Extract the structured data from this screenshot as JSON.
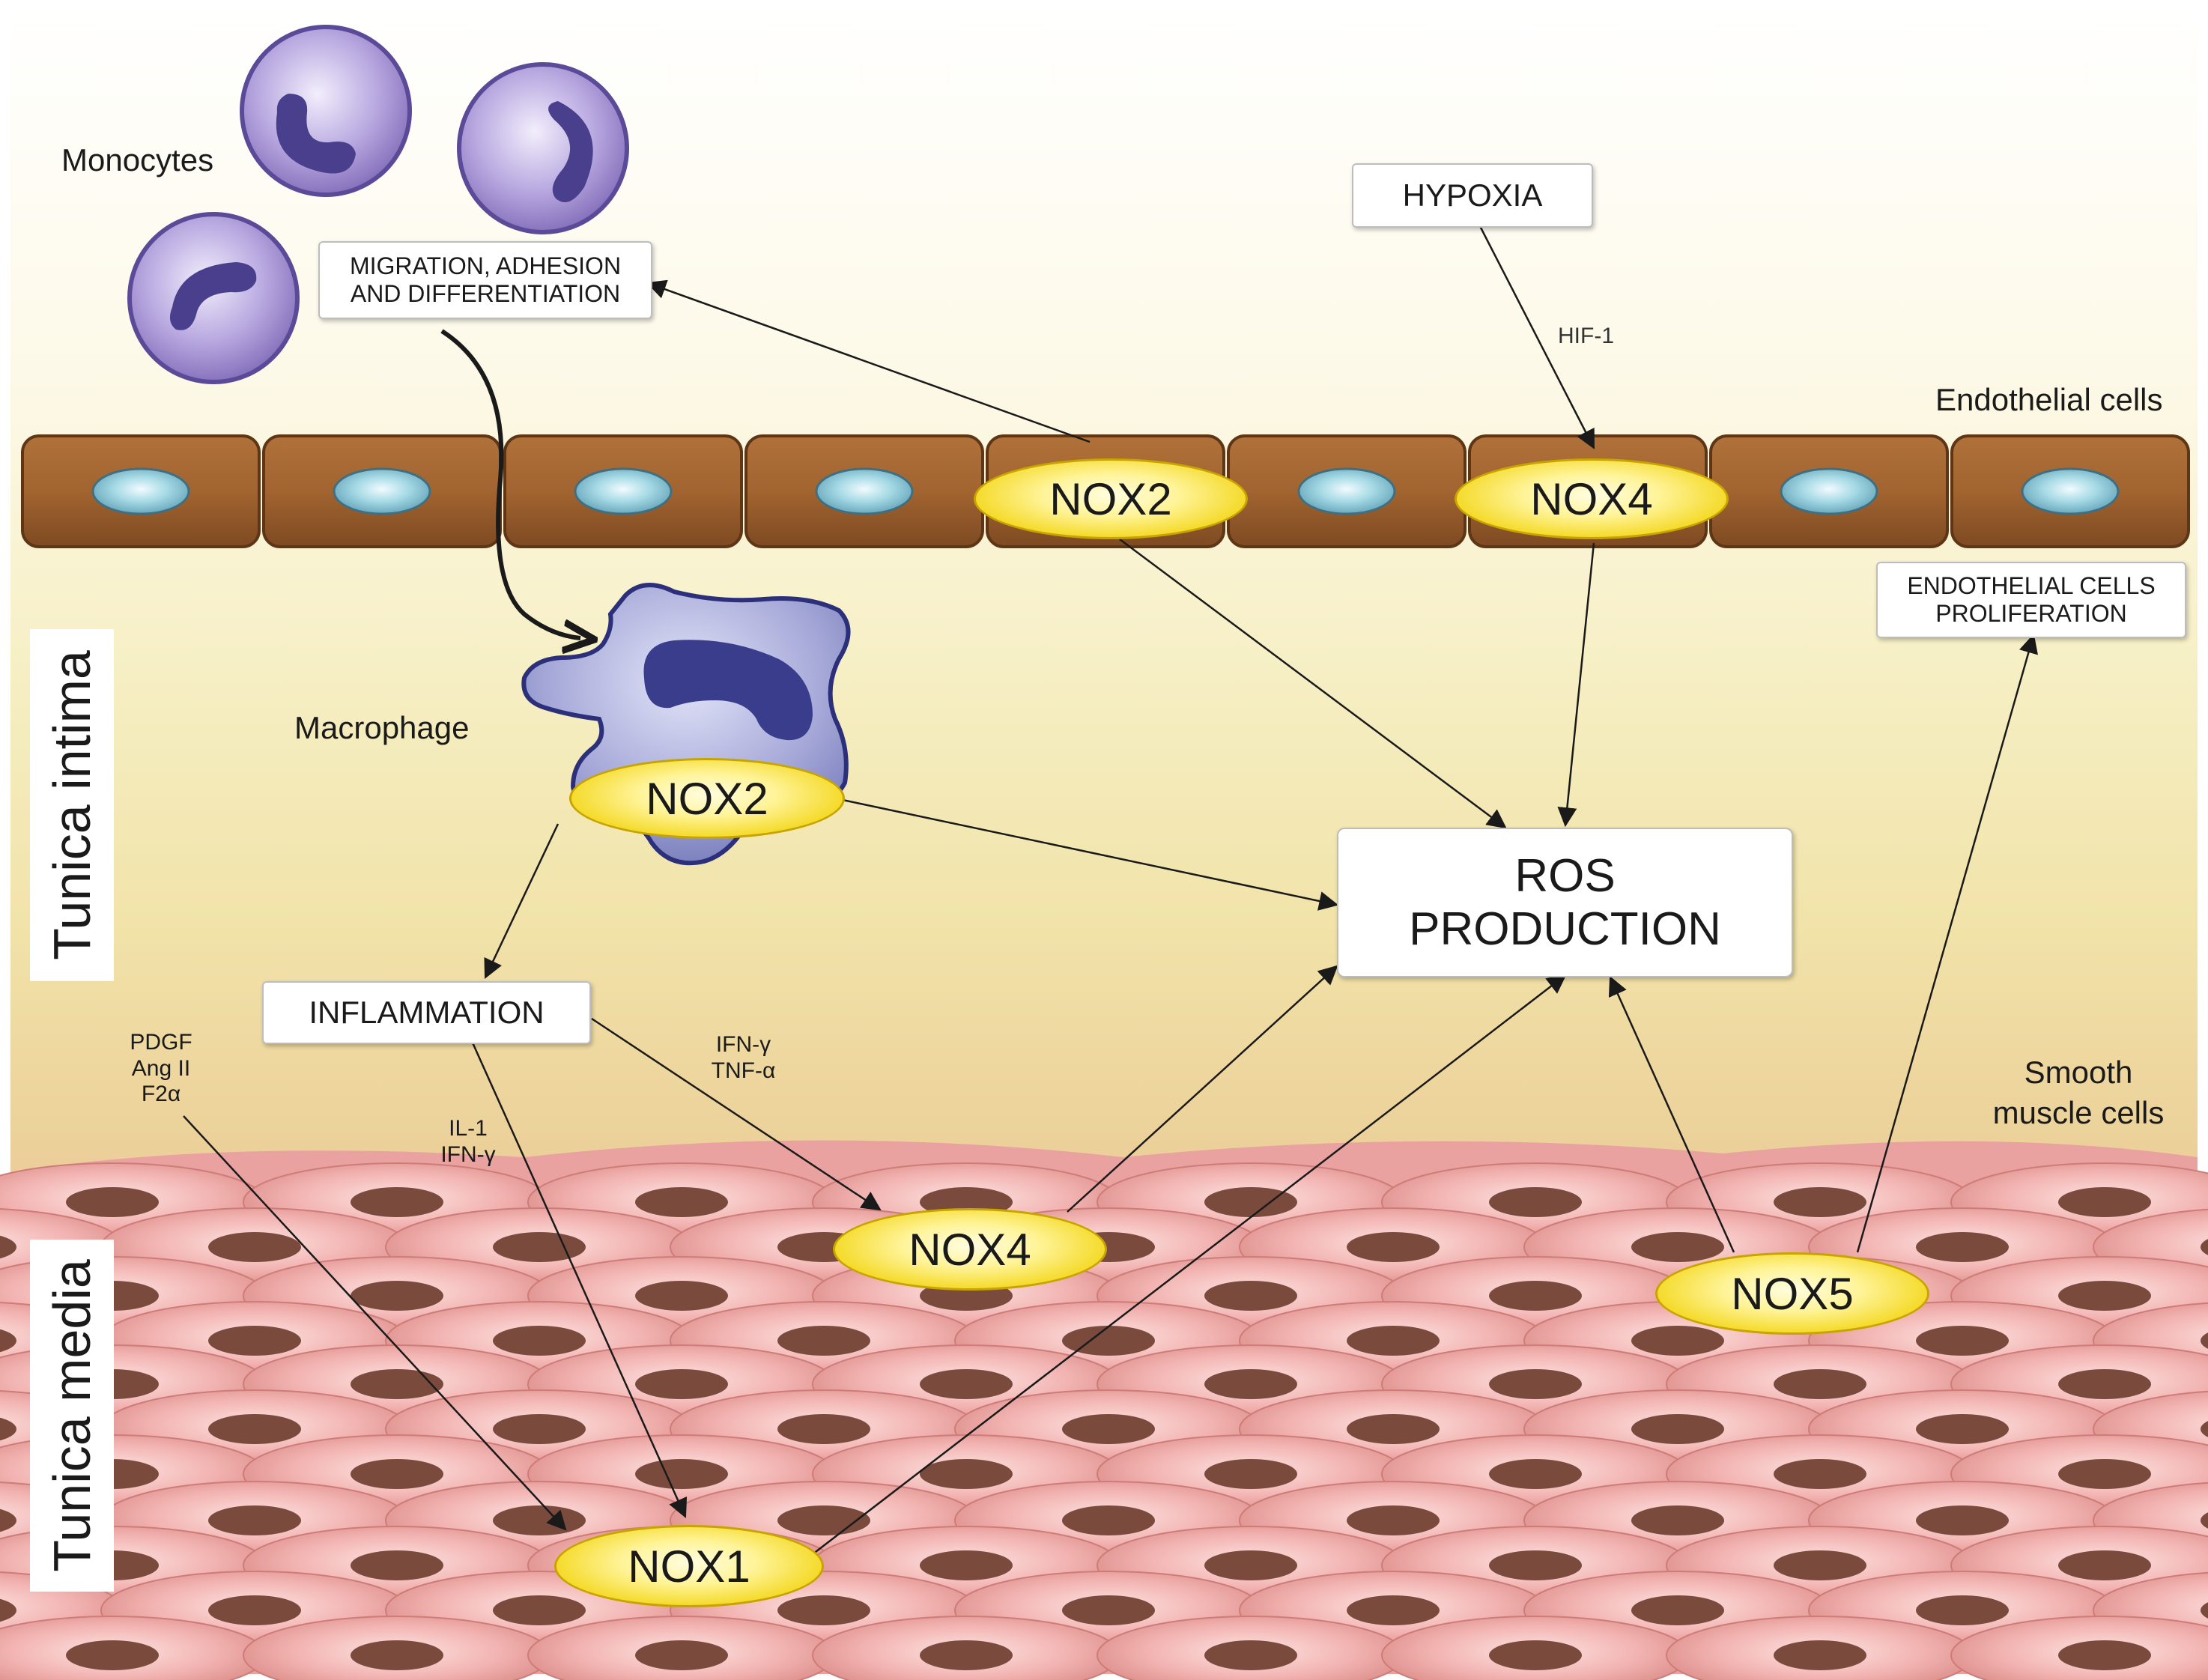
{
  "labels": {
    "monocytes": "Monocytes",
    "macrophage": "Macrophage",
    "endothelial_cells": "Endothelial cells",
    "smooth_muscle_1": "Smooth",
    "smooth_muscle_2": "muscle cells",
    "tunica_intima": "Tunica intima",
    "tunica_media": "Tunica media"
  },
  "boxes": {
    "migration_1": "MIGRATION, ADHESION",
    "migration_2": "AND DIFFERENTIATION",
    "hypoxia": "HYPOXIA",
    "endo_prolif_1": "ENDOTHELIAL CELLS",
    "endo_prolif_2": "PROLIFERATION",
    "ros_1": "ROS",
    "ros_2": "PRODUCTION",
    "inflammation": "INFLAMMATION"
  },
  "enzymes": {
    "nox2_endo": "NOX2",
    "nox4_endo": "NOX4",
    "nox2_macro": "NOX2",
    "nox4_smc": "NOX4",
    "nox5": "NOX5",
    "nox1": "NOX1"
  },
  "mediators": {
    "hif1": "HIF-1",
    "pdgf": "PDGF",
    "ang2": "Ang II",
    "f2a": "F2α",
    "ifng_1": "IFN-γ",
    "tnfa": "TNF-α",
    "il1": "IL-1",
    "ifng_2": "IFN-γ"
  },
  "colors": {
    "monocyte": "#9a85c8",
    "monocyte_nucleus": "#4a3f8c",
    "endothelium": "#a0622c",
    "endo_nucleus": "#8fc7d6",
    "smooth_muscle": "#e59a9a",
    "smc_nucleus": "#7a4a3c",
    "enzyme": "#f4d820",
    "macrophage": "#8f91c8"
  }
}
